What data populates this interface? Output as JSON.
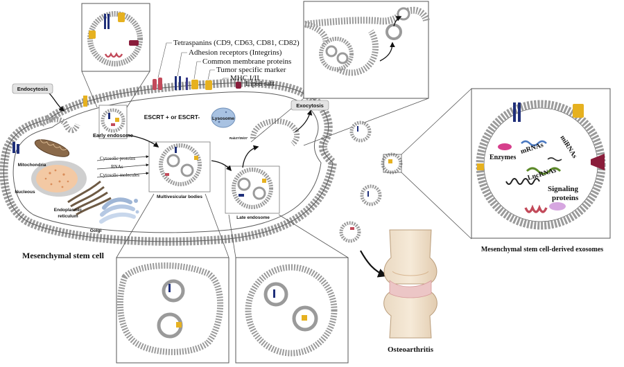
{
  "labels": {
    "tetraspanins": "Tetraspanins (CD9, CD63, CD81, CD82)",
    "adhesion": "Adhesion receptors (Integrins)",
    "membrane_proteins": "Common membrane proteins",
    "tumor_marker": "Tumor specific marker",
    "mhc": "MHC I/II",
    "lipid_raft": "Lipid raft",
    "endocytosis": "Endocytosis",
    "exocytosis": "Exocytosis",
    "early_endosome": "Early endosome",
    "escrt": "ESCRT + or  ESCRT-",
    "lysosome": "Lysosome",
    "rab": "Rab27/35/37",
    "mitochondria": "Mitochondria",
    "cytosolic_proteins": "Cytosolic proteins",
    "rnas": "RNAs",
    "cytosolic_molecules": "Cytosolic molecules",
    "nucleus": "Nucleous",
    "er_line1": "Endoplasmic",
    "er_line2": "reticulum",
    "golgi": "Golgi",
    "mvb": "Multivesicular bodies",
    "late_endosome": "Late endosome",
    "msc": "Mesenchymal stem cell",
    "osteoarthritis": "Osteoarthritis",
    "enzymes": "Enzymes",
    "mrnas": "mRNAs",
    "mirnas": "miRNAs",
    "lncrnas": "LncRNAs",
    "signaling_line1": "Signaling",
    "signaling_line2": "proteins",
    "msc_exosomes": "Mesenchymal stem cell-derived exosomes"
  },
  "colors": {
    "membrane": "#9a9a9a",
    "tetraspanin": "#c24a5a",
    "integrin": "#1f2f7a",
    "membrane_protein": "#e6b120",
    "mhc": "#8a1d3b",
    "lysosome": "#a8c2e2",
    "nucleus": "#f3c9a4",
    "cartilage": "#f1d7b8"
  }
}
